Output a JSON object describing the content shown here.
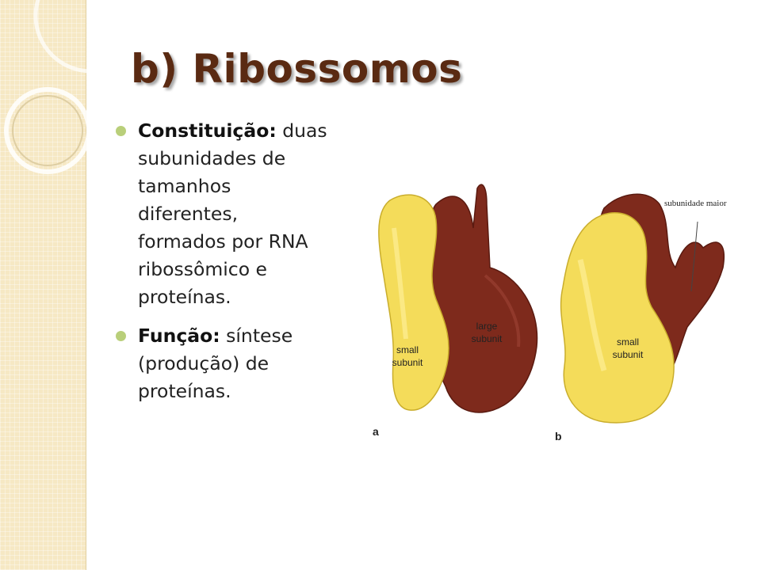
{
  "slide": {
    "title": "b) Ribossomos",
    "bullets": [
      {
        "term": "Constituição:",
        "text": " duas subunidades de tamanhos diferentes, formados por RNA ribossômico e proteínas."
      },
      {
        "term": "Função:",
        "text": " síntese (produção) de proteínas."
      }
    ]
  },
  "figure": {
    "panel_a": {
      "label": "a",
      "small_label": [
        "small",
        "subunit"
      ],
      "large_label": [
        "large",
        "subunit"
      ]
    },
    "panel_b": {
      "label": "b",
      "small_label": [
        "small",
        "subunit"
      ],
      "annotation": "subunidade maior"
    }
  },
  "colors": {
    "title": "#5a2a12",
    "bullet_dot": "#b9cf7a",
    "small_subunit": "#f4dc5a",
    "large_subunit": "#7e2a1c",
    "side_band": "#f6e8c4"
  }
}
